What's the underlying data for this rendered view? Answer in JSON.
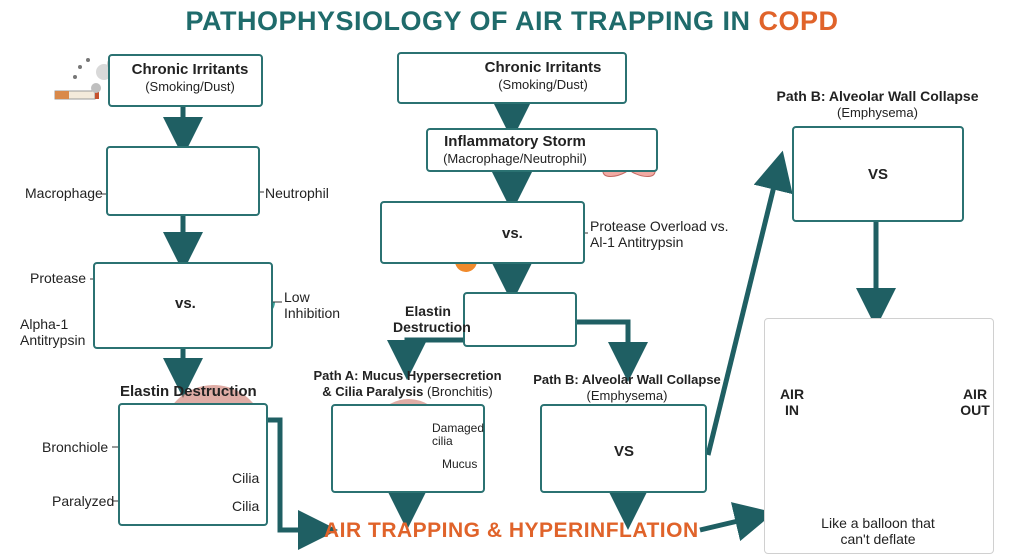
{
  "title": {
    "main": "PATHOPHYSIOLOGY OF AIR TRAPPING IN ",
    "highlight": "COPD"
  },
  "left_column": {
    "irritants": {
      "title": "Chronic Irritants",
      "subtitle": "(Smoking/Dust)"
    },
    "cells": {
      "left_label": "Macrophage",
      "right_label": "Neutrophil"
    },
    "balance": {
      "protease_label": "Protease",
      "vs": "vs.",
      "antitrypsin_label": "Alpha-1\nAntitrypsin",
      "inhibition_label": "Low\nInhibition"
    },
    "elastin": {
      "heading": "Elastin Destruction",
      "bronchiole_label": "Bronchiole",
      "cilia_label_1": "Cilia",
      "paralyzed_label": "Paralyzed",
      "cilia_label_2": "Cilia"
    }
  },
  "center_column": {
    "irritants": {
      "title": "Chronic Irritants",
      "subtitle": "(Smoking/Dust)"
    },
    "storm": {
      "title": "Inflammatory Storm",
      "subtitle": "(Macrophage/Neutrophil)"
    },
    "overload": {
      "vs": "vs.",
      "label": "Protease Overload vs.\nAl-1 Antitrypsin"
    },
    "elastin": {
      "label": "Elastin\nDestruction"
    },
    "path_a": {
      "title_line1": "Path A: Mucus Hypersecretion",
      "title_line2_bold": "& Cilia Paralysis",
      "title_line2_normal": " (Bronchitis)",
      "damaged_label": "Damaged\ncilia",
      "mucus_label": "Mucus"
    },
    "path_b": {
      "title": "Path B: Alveolar Wall Collapse",
      "subtitle": "(Emphysema)",
      "vs": "VS"
    }
  },
  "right_column": {
    "path_b": {
      "title": "Path B: Alveolar Wall Collapse",
      "subtitle": "(Emphysema)",
      "vs": "VS"
    },
    "lungs": {
      "air_in": "AIR\nIN",
      "air_out": "AIR\nOUT",
      "caption": "Like a balloon that\ncan't deflate"
    }
  },
  "result": {
    "label": "AIR TRAPPING & HYPERINFLATION"
  },
  "colors": {
    "teal": "#2b7272",
    "orange": "#e0632a",
    "pink": "#e89a93",
    "protease": "#f08a2c",
    "antitrypsin": "#3aa39a"
  }
}
